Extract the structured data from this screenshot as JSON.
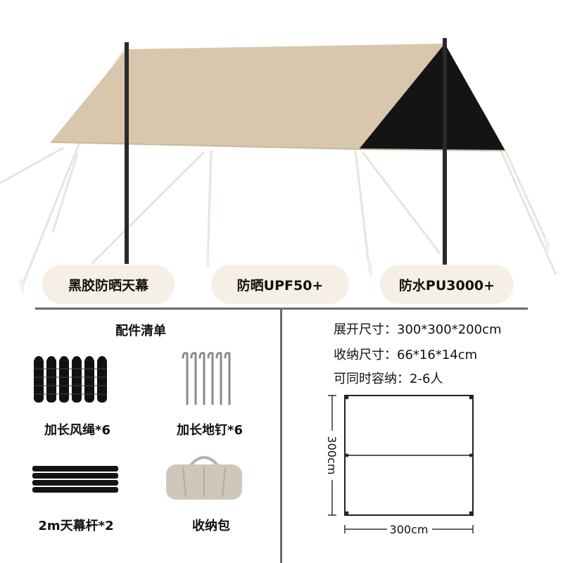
{
  "features": {
    "f1": "黑胶防晒天幕",
    "f2": "防晒UPF50+",
    "f3": "防水PU3000+"
  },
  "accessories": {
    "title": "配件清单",
    "items": [
      {
        "label": "加长风绳*6",
        "icon": "rope-bundle-icon"
      },
      {
        "label": "加长地钉*6",
        "icon": "ground-stake-icon"
      },
      {
        "label": "2m天幕杆*2",
        "icon": "tent-pole-icon"
      },
      {
        "label": "收纳包",
        "icon": "storage-bag-icon"
      }
    ]
  },
  "specs": {
    "unfolded": "展开尺寸：300*300*200cm",
    "folded": "收纳尺寸：66*16*14cm",
    "capacity": "可同时容纳：2-6人"
  },
  "diagram": {
    "height_label": "300cm",
    "width_label": "300cm"
  },
  "colors": {
    "canopy": "#d8c6ad",
    "canopy_dark": "#111111",
    "pill_bg": "#f6efe5",
    "divider": "#6b6b6b"
  }
}
